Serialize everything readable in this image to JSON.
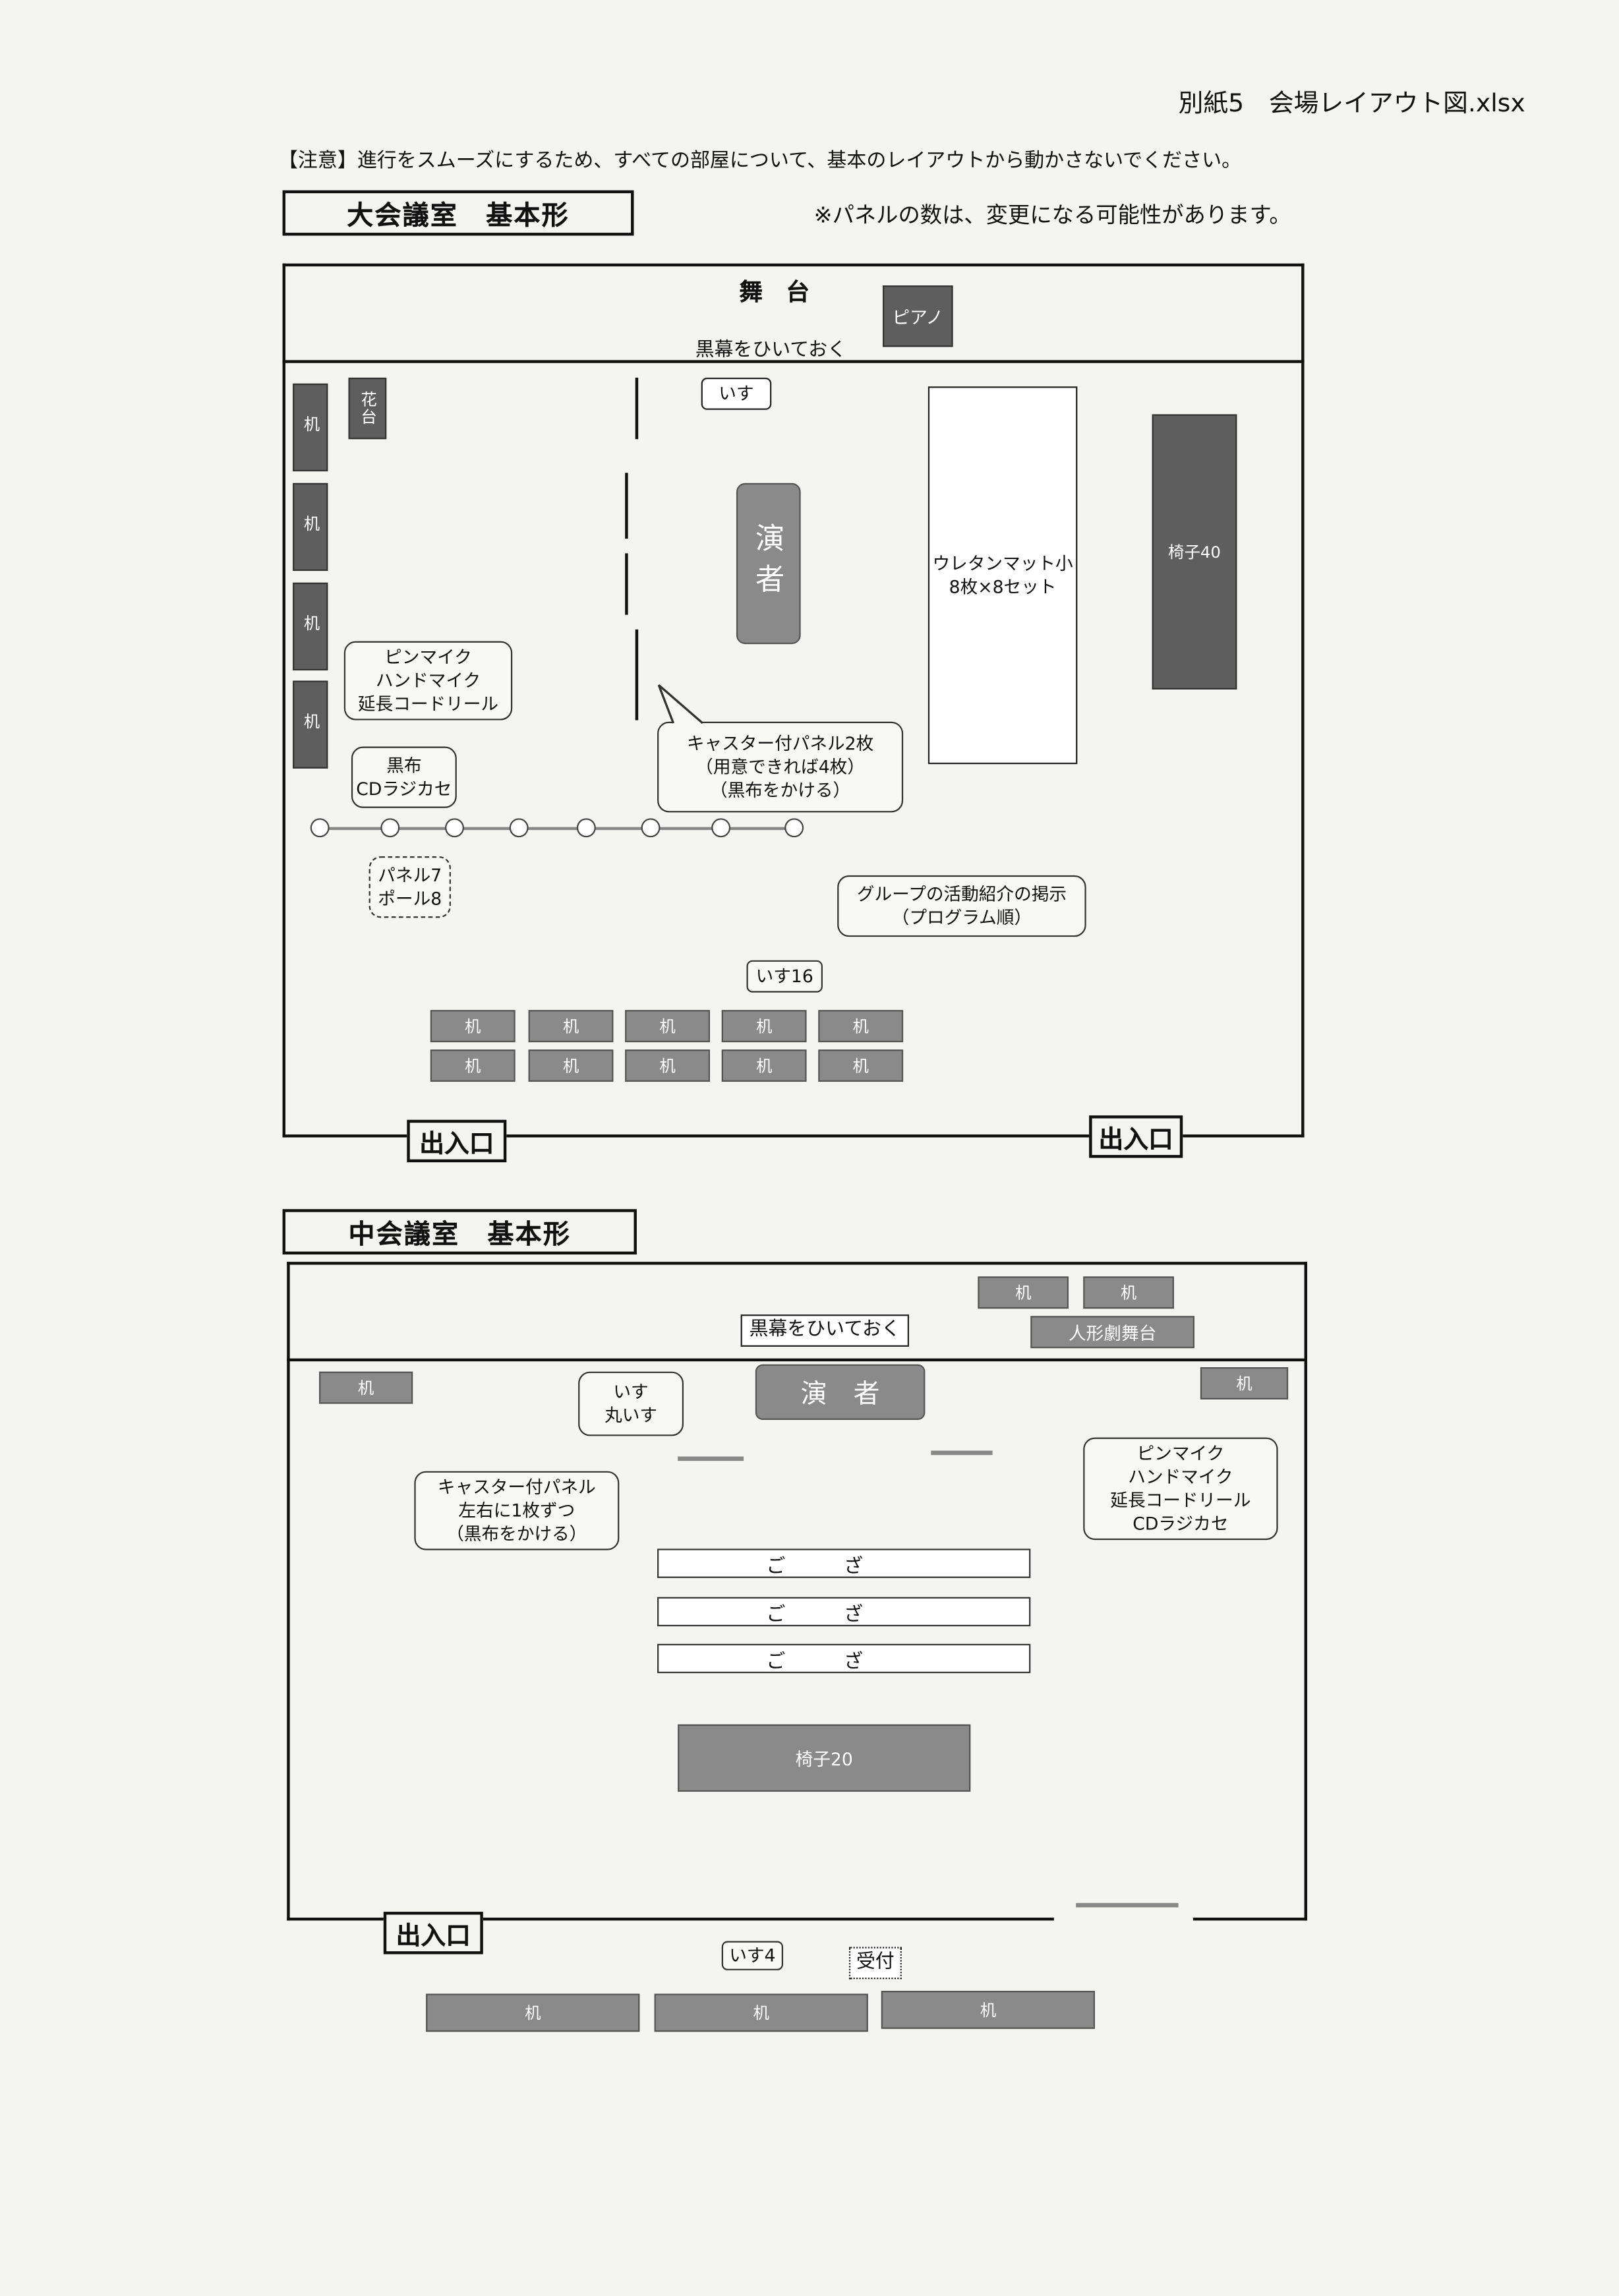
{
  "header": {
    "file_label": "別紙5　会場レイアウト図.xlsx",
    "notice": "【注意】進行をスムーズにするため、すべての部屋について、基本のレイアウトから動かさないでください。"
  },
  "large_room": {
    "title": "大会議室　基本形",
    "panel_note": "※パネルの数は、変更になる可能性があります。",
    "stage": "舞　台",
    "piano": "ピアノ",
    "curtain": "黒幕をひいておく",
    "desk": "机",
    "flower_stand": "花台",
    "chair": "いす",
    "performer": "演者",
    "mat": "ウレタンマット小\n8枚×8セット",
    "chairs40": "椅子40",
    "mic_callout": "ピンマイク\nハンドマイク\n延長コードリール",
    "cloth_callout": "黒布\nCDラジカセ",
    "caster_callout": "キャスター付パネル2枚\n（用意できれば4枚）\n（黒布をかける）",
    "pole_callout": "パネル7\nポール8",
    "group_callout": "グループの活動紹介の掲示\n（プログラム順）",
    "chairs16": "いす16",
    "exit": "出入口"
  },
  "medium_room": {
    "title": "中会議室　基本形",
    "desk": "机",
    "puppet_stage": "人形劇舞台",
    "curtain": "黒幕をひいておく",
    "chairs": "いす\n丸いす",
    "performer": "演　者",
    "caster_callout": "キャスター付パネル\n左右に1枚ずつ\n（黒布をかける）",
    "mic_callout": "ピンマイク\nハンドマイク\n延長コードリール\nCDラジカセ",
    "mat": "ござ",
    "chairs20": "椅子20",
    "exit": "出入口",
    "chairs4": "いす4",
    "reception": "受付"
  }
}
